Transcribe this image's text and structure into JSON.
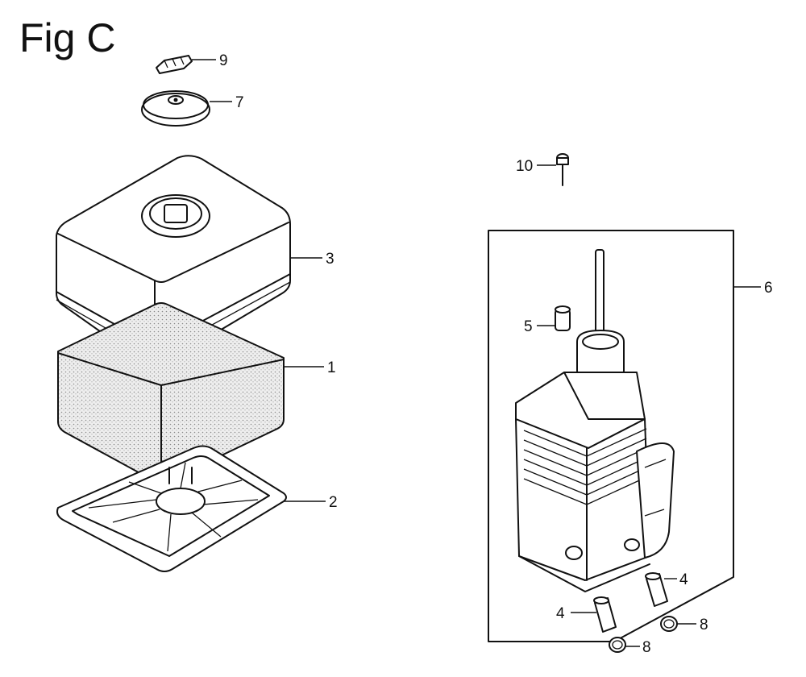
{
  "figure": {
    "title": "Fig C"
  },
  "callouts": {
    "c1": "1",
    "c2": "2",
    "c3": "3",
    "c4a": "4",
    "c4b": "4",
    "c5": "5",
    "c6": "6",
    "c7": "7",
    "c8a": "8",
    "c8b": "8",
    "c9": "9",
    "c10": "10"
  },
  "colors": {
    "ink": "#111111",
    "paper": "#ffffff",
    "foam": "#d9d9d9"
  }
}
